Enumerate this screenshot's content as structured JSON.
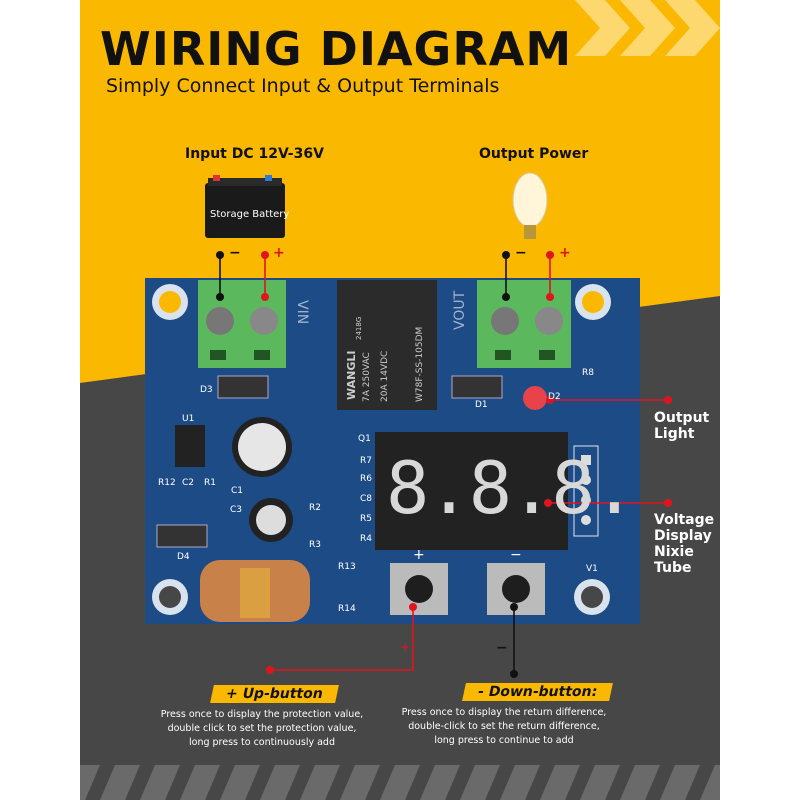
{
  "header": {
    "title": "WIRING  DIAGRAM",
    "subtitle": "Simply Connect Input & Output Terminals"
  },
  "input": {
    "label": "Input DC 12V-36V",
    "device_label": "Storage Battery",
    "minus": "−",
    "plus": "+"
  },
  "output": {
    "label": "Output Power",
    "minus": "−",
    "plus": "+"
  },
  "board": {
    "relay_brand": "WANGLI",
    "relay_model": "W78F-SS-105DM",
    "relay_specs": [
      "7A  250VAC",
      "20A  14VDC"
    ],
    "relay_code": "2418G",
    "vin": "VIN",
    "vout": "VOUT",
    "display_value": "8.8.8.",
    "components": [
      "D3",
      "D1",
      "D2",
      "R8",
      "U1",
      "C1",
      "C3",
      "Q1",
      "R7",
      "R6",
      "C8",
      "R5",
      "R4",
      "R2",
      "R3",
      "R12",
      "C2",
      "R1",
      "D4",
      "R13",
      "R14",
      "V1"
    ]
  },
  "callouts": {
    "output_light": [
      "Output",
      "Light"
    ],
    "voltage_display": [
      "Voltage",
      "Display",
      "Nixie",
      "Tube"
    ]
  },
  "buttons": {
    "up": {
      "sign": "+",
      "title": "+ Up-button",
      "desc": [
        "Press once to display the protection value,",
        "double click to set the protection value,",
        "long press to continuously add"
      ]
    },
    "down": {
      "sign": "−",
      "title": "- Down-button:",
      "desc": [
        "Press once to display the return difference,",
        "double-click to set the return difference,",
        "long press to continue to add"
      ]
    }
  },
  "colors": {
    "yellow": "#fbb800",
    "dark": "#474747",
    "pcb": "#1d4b86",
    "terminal": "#5cb85c",
    "red": "#e0141e"
  }
}
